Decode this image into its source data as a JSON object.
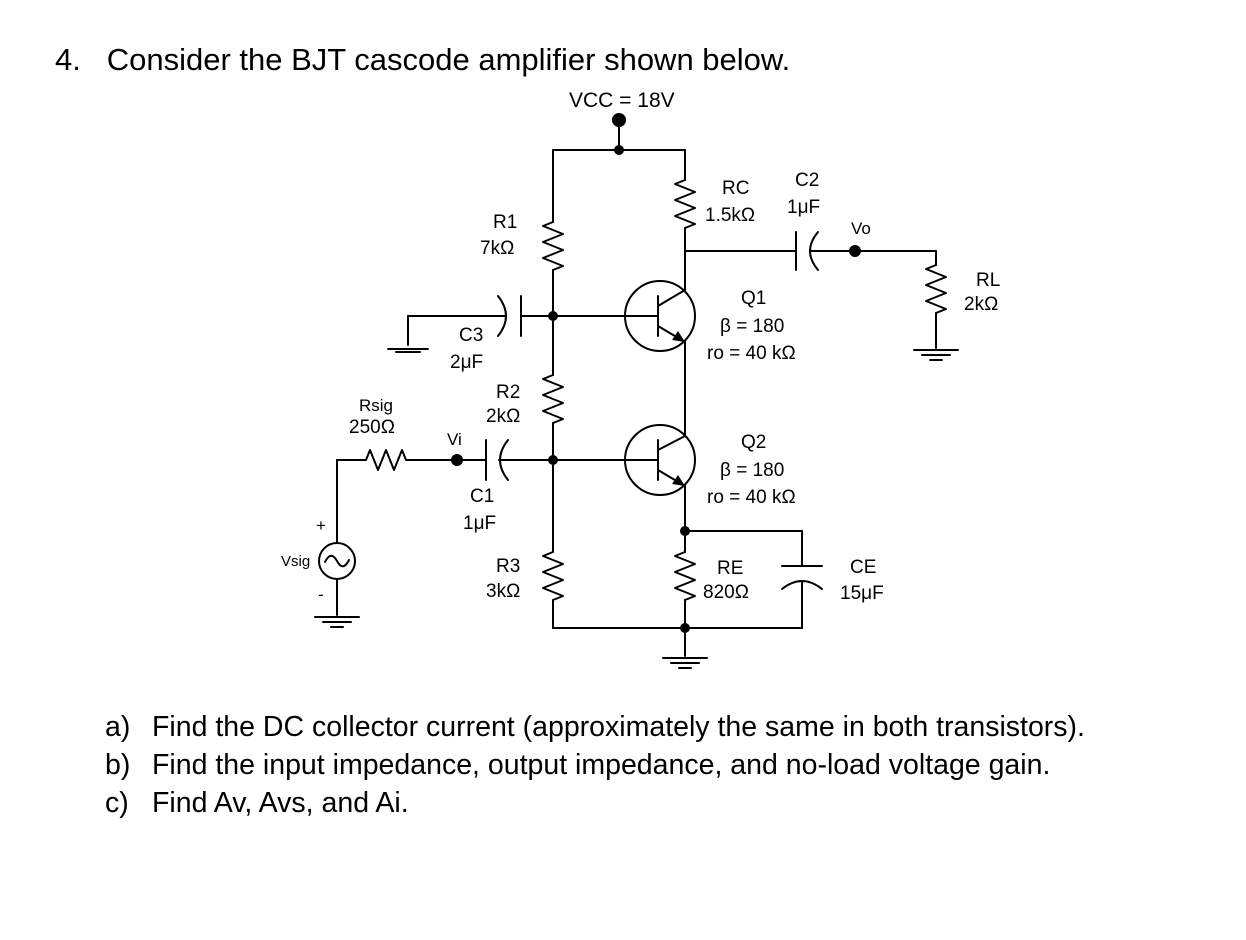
{
  "problem": {
    "number": "4.",
    "text": "Consider the BJT cascode amplifier shown below."
  },
  "labels": {
    "vcc": "VCC = 18V",
    "rc_name": "RC",
    "rc_value": "1.5kΩ",
    "c2_name": "C2",
    "c2_value": "1μF",
    "vo": "Vo",
    "rl_name": "RL",
    "rl_value": "2kΩ",
    "r1_name": "R1",
    "r1_value": "7kΩ",
    "q1_name": "Q1",
    "q1_beta": "β = 180",
    "q1_ro": "ro = 40 kΩ",
    "c3_name": "C3",
    "c3_value": "2μF",
    "r2_name": "R2",
    "r2_value": "2kΩ",
    "rsig_name": "Rsig",
    "rsig_value": "250Ω",
    "vi": "Vi",
    "q2_name": "Q2",
    "q2_beta": "β = 180",
    "q2_ro": "ro = 40 kΩ",
    "c1_name": "C1",
    "c1_value": "1μF",
    "vsig": "Vsig",
    "plus": "+",
    "minus": "-",
    "r3_name": "R3",
    "r3_value": "3kΩ",
    "re_name": "RE",
    "re_value": "820Ω",
    "ce_name": "CE",
    "ce_value": "15μF"
  },
  "questions": [
    {
      "letter": "a)",
      "text": "Find the DC collector current (approximately the same in both transistors)."
    },
    {
      "letter": "b)",
      "text": "Find the input impedance, output impedance, and no-load voltage gain."
    },
    {
      "letter": "c)",
      "text": "Find Av, Avs, and Ai."
    }
  ]
}
